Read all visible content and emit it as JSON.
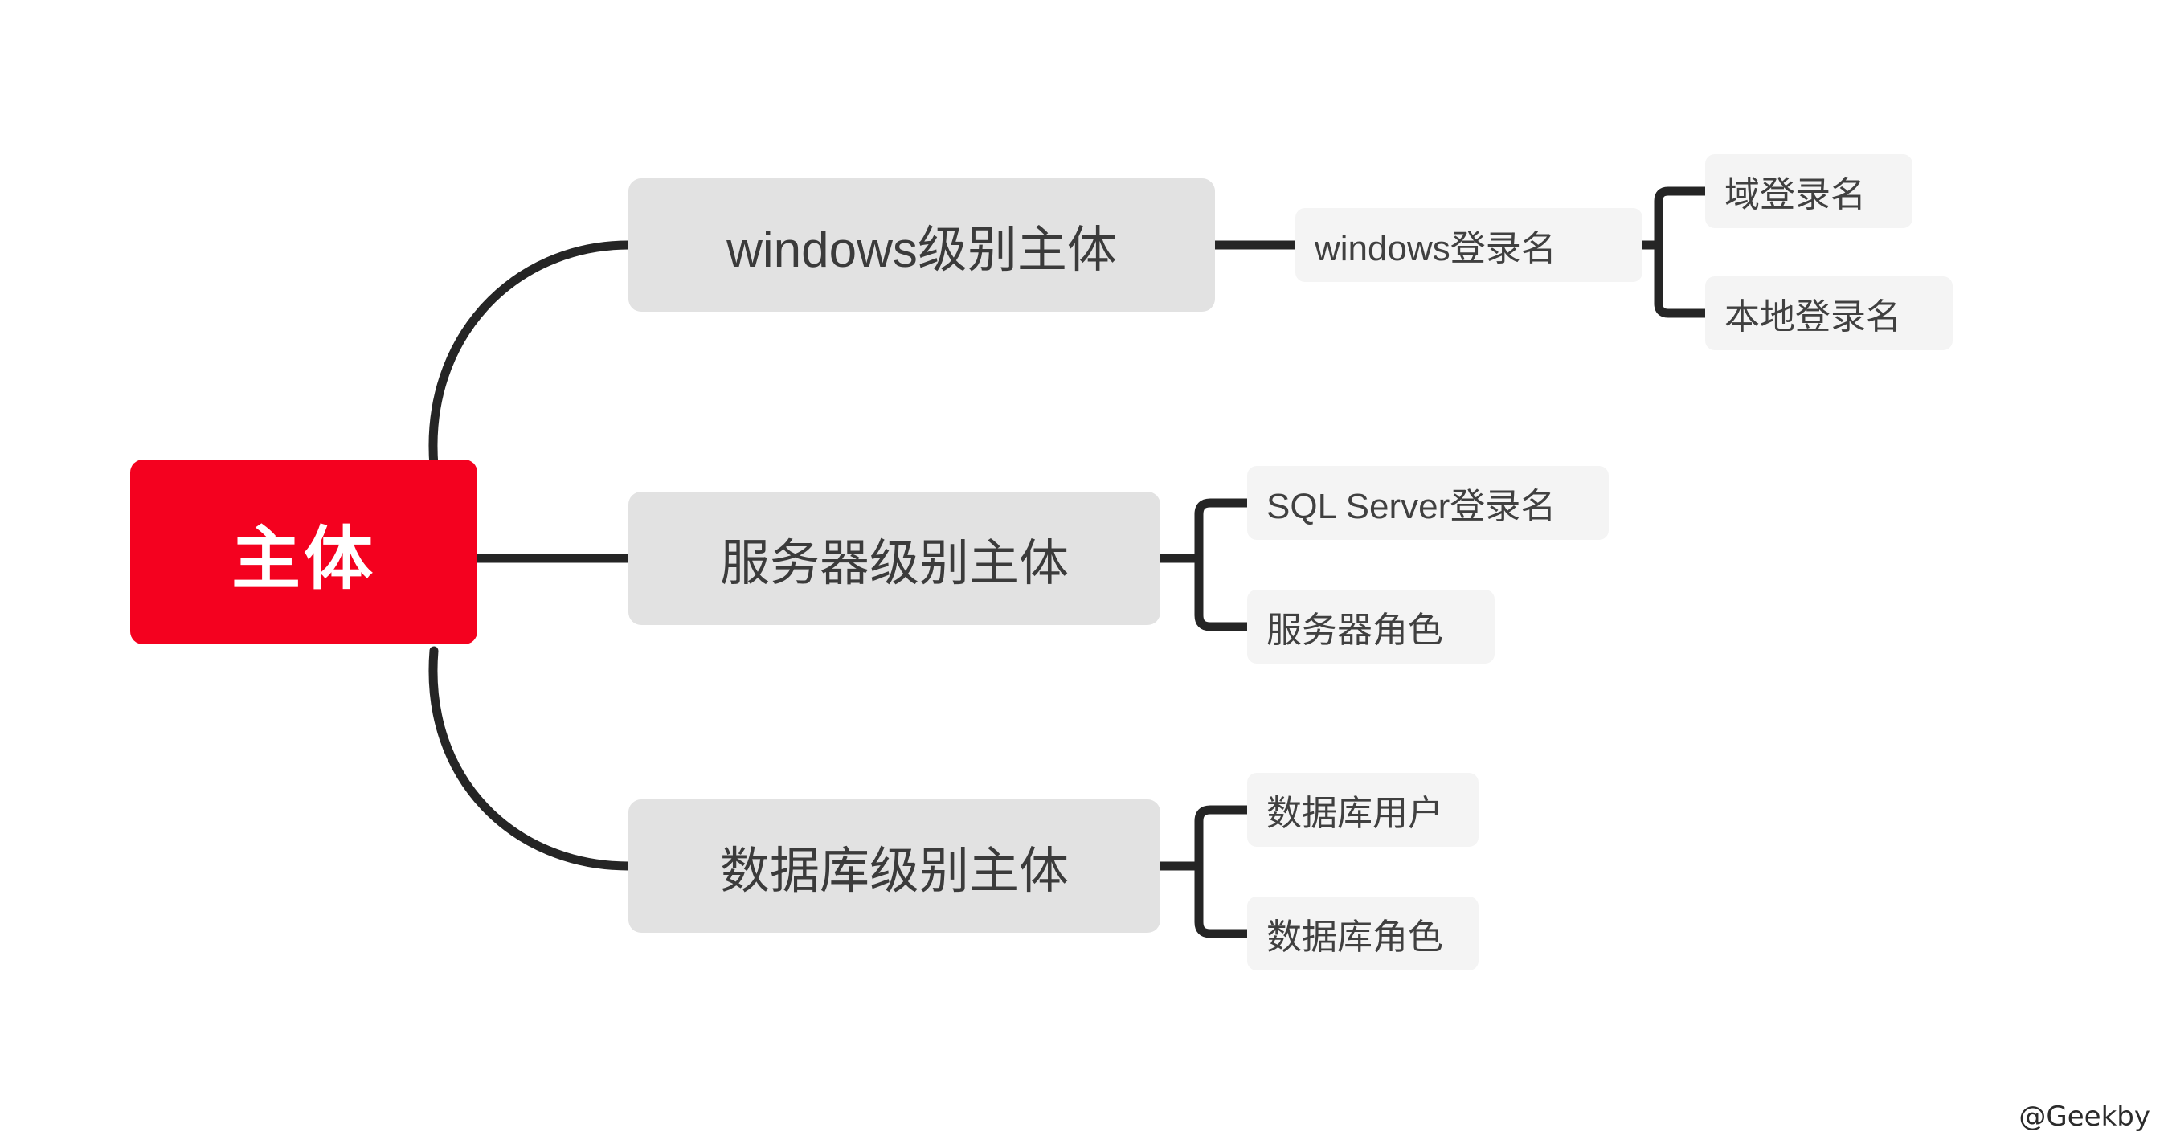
{
  "diagram": {
    "title": "主体",
    "watermark": "@Geekby",
    "colors": {
      "root_fill": "#F4011F",
      "root_text": "#FFFFFF",
      "level2_fill": "#E2E2E2",
      "level3_fill": "#F4F4F4",
      "text": "#3A3A3A",
      "connector": "#252525",
      "background": "#FFFFFF"
    },
    "root": {
      "label": "主体"
    },
    "branches": [
      {
        "label": "windows级别主体",
        "children": [
          {
            "label": "windows登录名",
            "children": [
              {
                "label": "域登录名"
              },
              {
                "label": "本地登录名"
              }
            ]
          }
        ]
      },
      {
        "label": "服务器级别主体",
        "children": [
          {
            "label": "SQL Server登录名"
          },
          {
            "label": "服务器角色"
          }
        ]
      },
      {
        "label": "数据库级别主体",
        "children": [
          {
            "label": "数据库用户"
          },
          {
            "label": "数据库角色"
          }
        ]
      }
    ]
  }
}
